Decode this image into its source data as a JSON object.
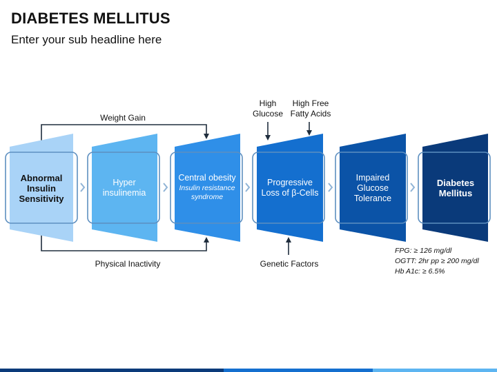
{
  "header": {
    "title": "DIABETES MELLITUS",
    "subtitle": "Enter your sub headline here"
  },
  "steps": [
    {
      "label": "Abnormal Insulin Sensitivity",
      "color": "#a9d3f7",
      "text_color": "#111111",
      "bold": true
    },
    {
      "label": "Hyper insulinemia",
      "color": "#5db5f1",
      "text_color": "#ffffff",
      "bold": false
    },
    {
      "label": "Central obesity",
      "sublabel": "Insulin resistance syndrome",
      "color": "#2f8fe8",
      "text_color": "#ffffff",
      "bold": false
    },
    {
      "label": "Progressive Loss of β-Cells",
      "color": "#146fcf",
      "text_color": "#ffffff",
      "bold": false
    },
    {
      "label": "Impaired Glucose Tolerance",
      "color": "#0b53a7",
      "text_color": "#ffffff",
      "bold": false
    },
    {
      "label": "Diabetes Mellitus",
      "color": "#0a3a7a",
      "text_color": "#ffffff",
      "bold": true
    }
  ],
  "connectors": {
    "top_loop_label": "Weight Gain",
    "bottom_loop_label": "Physical Inactivity",
    "high_glucose_label": "High Glucose",
    "high_ffa_label": "High Free Fatty Acids",
    "genetic_label": "Genetic Factors"
  },
  "criteria": [
    "FPG: ≥ 126 mg/dl",
    "OGTT: 2hr pp ≥ 200 mg/dl",
    "Hb A1c: ≥ 6.5%"
  ],
  "footer_colors": [
    "#0a3a7a",
    "#146fcf",
    "#5db5f1"
  ]
}
